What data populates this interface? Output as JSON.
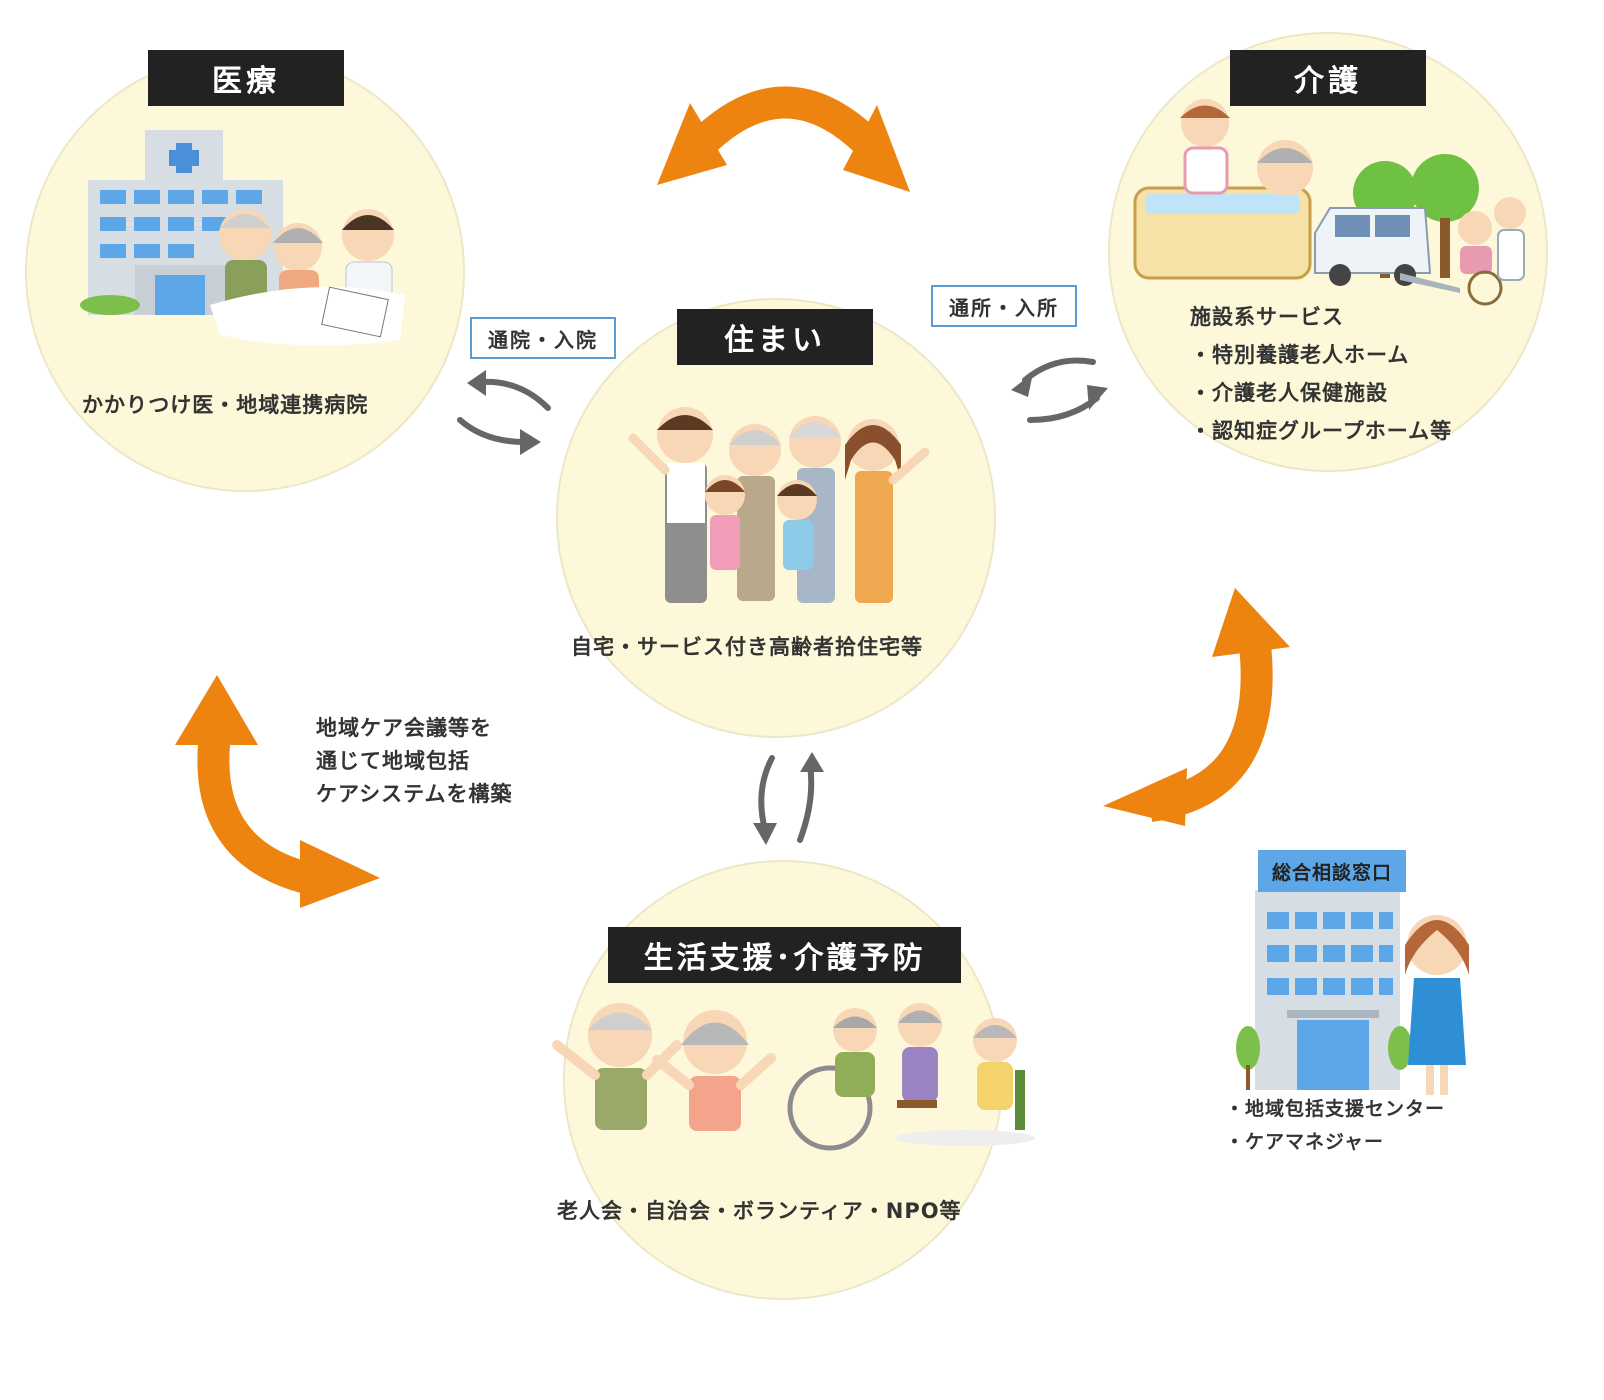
{
  "colors": {
    "circle_fill": "#fdf8d9",
    "title_bg": "#222222",
    "big_arrow": "#ee8410",
    "small_arrow": "#666666",
    "tag_border": "#5b9bd5"
  },
  "medical": {
    "title": "医療",
    "caption": "かかりつけ医・地域連携病院"
  },
  "care": {
    "title": "介護",
    "heading": "施設系サービス",
    "items": [
      "・特別養護老人ホーム",
      "・介護老人保健施設",
      "・認知症グループホーム等"
    ]
  },
  "housing": {
    "title": "住まい",
    "caption": "自宅・サービス付き高齢者拾住宅等"
  },
  "support": {
    "title": "生活支援･介護予防",
    "caption": "老人会・自治会・ボランティア・NPO等"
  },
  "tags": {
    "hospital_visit": "通院・入院",
    "facility_visit": "通所・入所"
  },
  "community_note": {
    "lines": [
      "地域ケア会議等を",
      "通じて地域包括",
      "ケアシステムを構築"
    ]
  },
  "consultation": {
    "sign": "総合相談窓口",
    "items": [
      "・地域包括支援センター",
      "・ケアマネジャー"
    ]
  }
}
